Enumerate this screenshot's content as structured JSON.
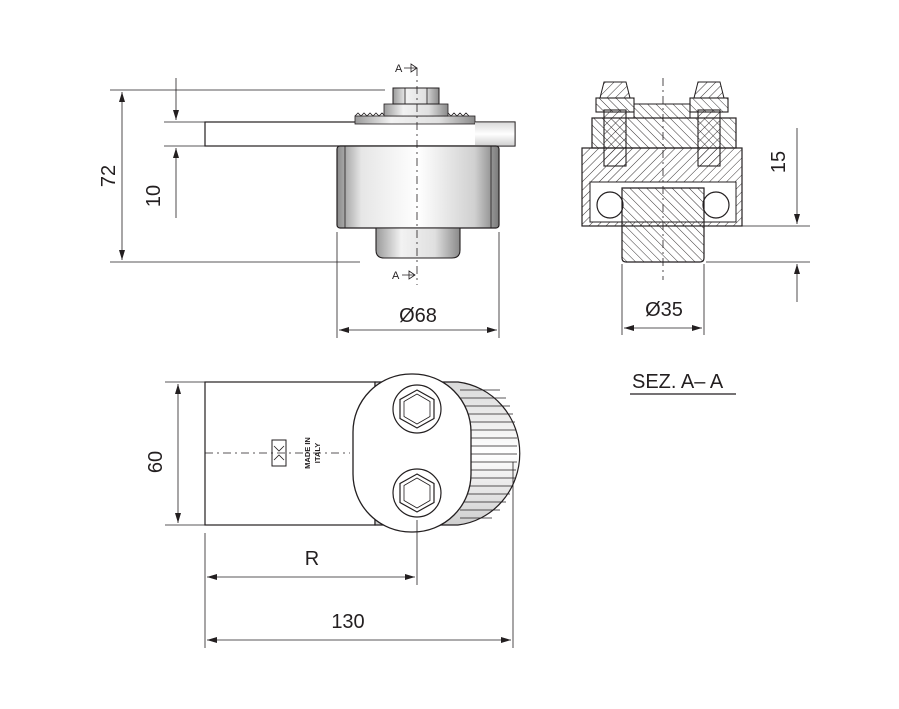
{
  "labels": {
    "dim_72": "72",
    "dim_10": "10",
    "dim_15": "15",
    "dim_60": "60",
    "dim_68": "Ø68",
    "dim_35": "Ø35",
    "dim_r": "R",
    "dim_130": "130",
    "section_top": "A",
    "section_bottom": "A",
    "section_title": "SEZ.  A– A",
    "stamp_line1": "MADE IN",
    "stamp_line2": "ITALY"
  }
}
